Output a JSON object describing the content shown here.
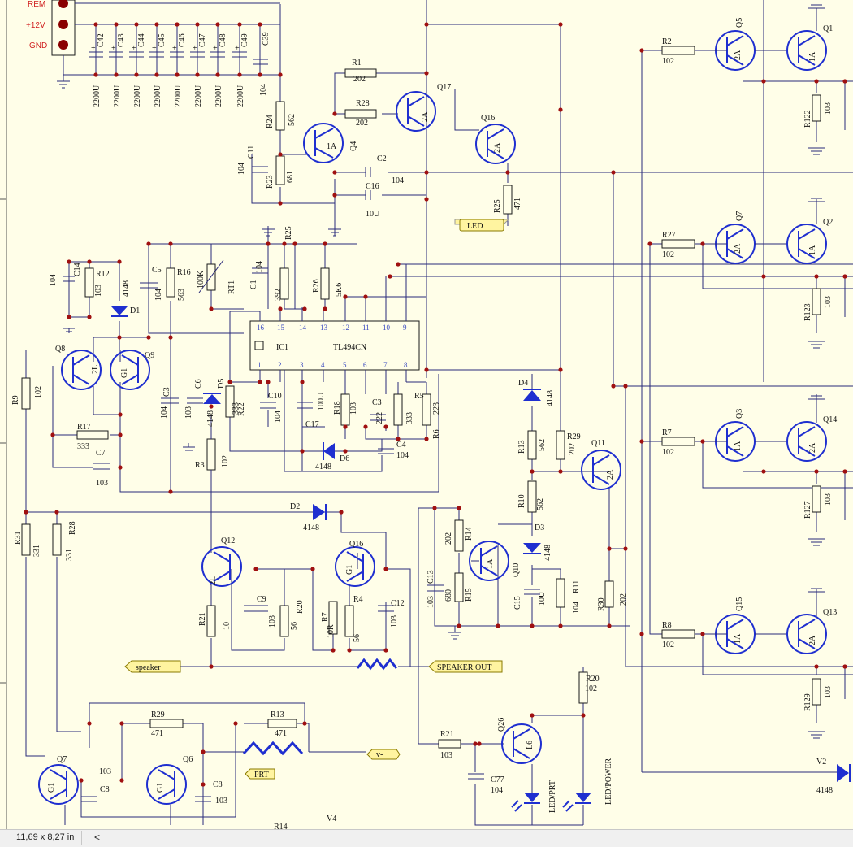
{
  "connectors": {
    "rem": "REM",
    "v12": "+12V",
    "gnd": "GND"
  },
  "labels": {
    "led": "LED",
    "speaker": "speaker",
    "speaker_out": "SPEAKER OUT",
    "prt": "PRT",
    "v_minus": "v-",
    "led_prt": "LED/PRT",
    "led_power": "LED/POWER"
  },
  "ic": {
    "ref": "IC1",
    "part": "TL494CN",
    "top_pins": [
      "16",
      "15",
      "14",
      "13",
      "12",
      "11",
      "10",
      "9"
    ],
    "bottom_pins": [
      "1",
      "2",
      "3",
      "4",
      "5",
      "6",
      "7",
      "8"
    ]
  },
  "components": [
    {
      "ref": "C42",
      "value": "2200U"
    },
    {
      "ref": "C43",
      "value": "2200U"
    },
    {
      "ref": "C44",
      "value": "2200U"
    },
    {
      "ref": "C45",
      "value": "2200U"
    },
    {
      "ref": "C46",
      "value": "2200U"
    },
    {
      "ref": "C47",
      "value": "2200U"
    },
    {
      "ref": "C48",
      "value": "2200U"
    },
    {
      "ref": "C49",
      "value": "2200U"
    },
    {
      "ref": "C39",
      "value": "104"
    },
    {
      "ref": "R24",
      "value": "562"
    },
    {
      "ref": "R23",
      "value": "681"
    },
    {
      "ref": "C11",
      "value": "104"
    },
    {
      "ref": "Q4",
      "value": "1A"
    },
    {
      "ref": "R1",
      "value": "202"
    },
    {
      "ref": "R28",
      "value": "202"
    },
    {
      "ref": "Q17",
      "value": "2A"
    },
    {
      "ref": "Q16",
      "value": "2A"
    },
    {
      "ref": "C2",
      "value": "104"
    },
    {
      "ref": "C16",
      "value": "10U"
    },
    {
      "ref": "R25",
      "value": "471"
    },
    {
      "ref": "R2",
      "value": "102"
    },
    {
      "ref": "Q5",
      "value": "2A"
    },
    {
      "ref": "Q1",
      "value": "1A"
    },
    {
      "ref": "R122",
      "value": "103"
    },
    {
      "ref": "R27",
      "value": "102"
    },
    {
      "ref": "Q7",
      "value": "2A"
    },
    {
      "ref": "Q2",
      "value": "1A"
    },
    {
      "ref": "R123",
      "value": "103"
    },
    {
      "ref": "R7",
      "value": "102"
    },
    {
      "ref": "Q3",
      "value": "1A"
    },
    {
      "ref": "Q14",
      "value": "2A"
    },
    {
      "ref": "R127",
      "value": "103"
    },
    {
      "ref": "R8",
      "value": "102"
    },
    {
      "ref": "Q15",
      "value": "1A"
    },
    {
      "ref": "Q13",
      "value": "2A"
    },
    {
      "ref": "R129",
      "value": "103"
    },
    {
      "ref": "C14",
      "value": "104"
    },
    {
      "ref": "R12",
      "value": "103"
    },
    {
      "ref": "D1",
      "value": "4148"
    },
    {
      "ref": "C5",
      "value": "104"
    },
    {
      "ref": "R16",
      "value": "563"
    },
    {
      "ref": "RT1",
      "value": "100K"
    },
    {
      "ref": "C1",
      "value": "104"
    },
    {
      "ref": "R25b",
      "value": "392"
    },
    {
      "ref": "R26",
      "value": "5K6"
    },
    {
      "ref": "Q8",
      "value": "2L"
    },
    {
      "ref": "Q9",
      "value": "G1"
    },
    {
      "ref": "R9",
      "value": "102"
    },
    {
      "ref": "R17",
      "value": "333"
    },
    {
      "ref": "C7",
      "value": "103"
    },
    {
      "ref": "C3",
      "value": "104"
    },
    {
      "ref": "C6",
      "value": "103"
    },
    {
      "ref": "D5",
      "value": "4148"
    },
    {
      "ref": "R22",
      "value": "333"
    },
    {
      "ref": "C10",
      "value": "104"
    },
    {
      "ref": "C17",
      "value": "100U"
    },
    {
      "ref": "R18",
      "value": "103"
    },
    {
      "ref": "C3b",
      "value": "222"
    },
    {
      "ref": "R5",
      "value": "333"
    },
    {
      "ref": "R6",
      "value": "223"
    },
    {
      "ref": "C4",
      "value": "104"
    },
    {
      "ref": "D6",
      "value": "4148"
    },
    {
      "ref": "R3",
      "value": "102"
    },
    {
      "ref": "D4",
      "value": "4148"
    },
    {
      "ref": "R13",
      "value": "562"
    },
    {
      "ref": "R29",
      "value": "202"
    },
    {
      "ref": "Q11",
      "value": "2A"
    },
    {
      "ref": "R10",
      "value": "562"
    },
    {
      "ref": "D2",
      "value": "4148"
    },
    {
      "ref": "R31",
      "value": "331"
    },
    {
      "ref": "R28b",
      "value": "331"
    },
    {
      "ref": "Q12",
      "value": "2L"
    },
    {
      "ref": "Q16b",
      "value": "G1"
    },
    {
      "ref": "C9",
      "value": "103"
    },
    {
      "ref": "R20",
      "value": "56"
    },
    {
      "ref": "R21",
      "value": "10"
    },
    {
      "ref": "R7b",
      "value": "10R"
    },
    {
      "ref": "R4",
      "value": "56"
    },
    {
      "ref": "C12",
      "value": "103"
    },
    {
      "ref": "R14",
      "value": "202"
    },
    {
      "ref": "R15",
      "value": "680"
    },
    {
      "ref": "C13",
      "value": "103"
    },
    {
      "ref": "Q10",
      "value": "1A"
    },
    {
      "ref": "D3",
      "value": "4148"
    },
    {
      "ref": "C15",
      "value": "10U"
    },
    {
      "ref": "R11",
      "value": "104"
    },
    {
      "ref": "R30",
      "value": "202"
    },
    {
      "ref": "R20b",
      "value": "102"
    },
    {
      "ref": "R21b",
      "value": "103"
    },
    {
      "ref": "Q26",
      "value": "L6"
    },
    {
      "ref": "C77",
      "value": "104"
    },
    {
      "ref": "V2",
      "value": "4148"
    },
    {
      "ref": "Q7b",
      "value": "G1"
    },
    {
      "ref": "C8",
      "value": "103"
    },
    {
      "ref": "R29b",
      "value": "471"
    },
    {
      "ref": "Q6",
      "value": "G1"
    },
    {
      "ref": "C8b",
      "value": "103"
    },
    {
      "ref": "R13b",
      "value": "471"
    },
    {
      "ref": "V4",
      "value": ""
    },
    {
      "ref": "R14b",
      "value": ""
    }
  ],
  "status": {
    "paper_size": "11,69 x 8,27 in",
    "scroll_arrow": "<"
  },
  "colors": {
    "background": "#fffee8",
    "wire": "#2a2a7a",
    "symbol": "#1f2fd0",
    "junction": "#a01010",
    "connector_text": "#d02020"
  }
}
